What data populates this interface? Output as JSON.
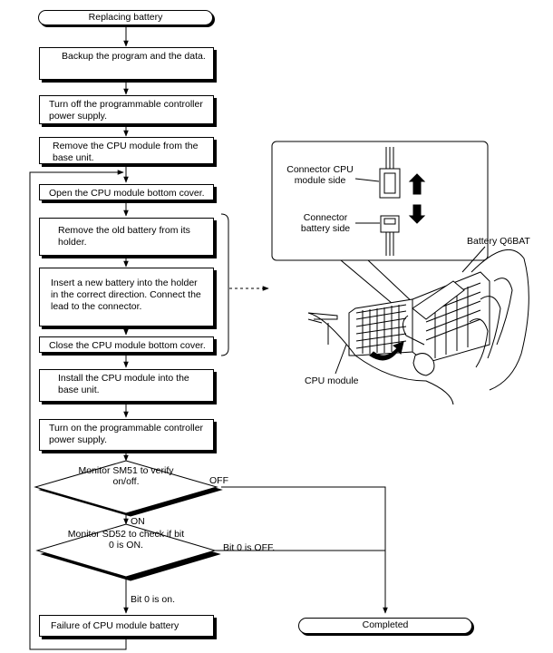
{
  "flowchart": {
    "start": "Replacing battery",
    "steps": [
      "Backup the program and the data.",
      "Turn off the programmable controller power supply.",
      "Remove the CPU module from the base unit.",
      "Open the CPU module bottom cover.",
      "Remove the old battery from its holder.",
      "Insert a new battery into the holder in the correct direction. Connect the lead to the connector.",
      "Close the CPU module bottom cover.",
      "Install the CPU module into the base unit.",
      "Turn on the programmable controller power supply."
    ],
    "decision1": {
      "text": "Monitor SM51 to verify on/off.",
      "branch_right": "OFF",
      "branch_down": "ON"
    },
    "decision2": {
      "text": "Monitor SD52 to check if bit 0 is ON.",
      "branch_right": "Bit 0 is OFF.",
      "branch_down": "Bit 0 is on."
    },
    "failure": "Failure of CPU module battery",
    "end": "Completed"
  },
  "illustration": {
    "connector_cpu_label": "Connector CPU module side",
    "connector_battery_label": "Connector battery side",
    "battery_label": "Battery Q6BAT",
    "cpu_label": "CPU module"
  }
}
